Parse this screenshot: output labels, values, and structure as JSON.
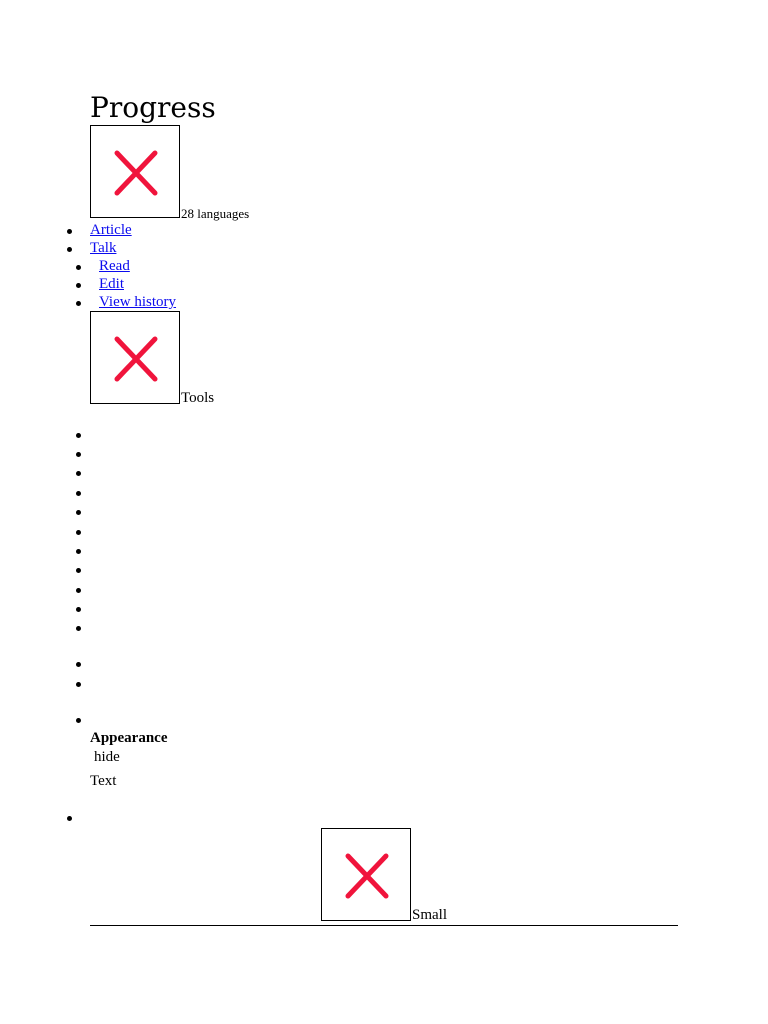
{
  "page": {
    "title": "Progress"
  },
  "languages": {
    "label": "28 languages",
    "icon": "broken-image-icon"
  },
  "namespace_tabs": [
    {
      "label": "Article"
    },
    {
      "label": "Talk"
    }
  ],
  "view_tabs": [
    {
      "label": "Read"
    },
    {
      "label": "Edit"
    },
    {
      "label": "View history"
    }
  ],
  "tools": {
    "label": "Tools",
    "icon": "broken-image-icon"
  },
  "appearance": {
    "heading": "Appearance",
    "hide_label": "hide",
    "text_label": "Text",
    "size_label": "Small",
    "size_icon": "broken-image-icon"
  },
  "colors": {
    "link": "#0b0bee",
    "broken_icon": "#f0143c"
  }
}
